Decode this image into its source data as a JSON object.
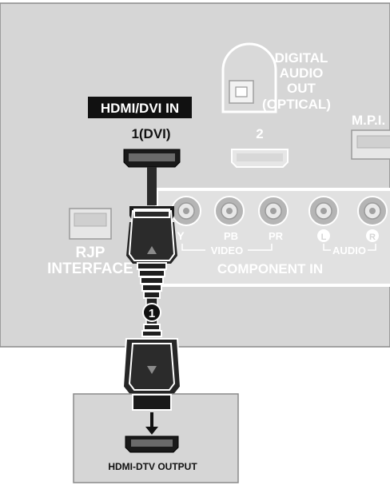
{
  "panel": {
    "digital_audio_label": [
      "DIGITAL",
      "AUDIO",
      "OUT",
      "(OPTICAL)"
    ],
    "mpi_label": "M.P.I.",
    "hdmi_dvi_in_label": "HDMI/DVI IN",
    "port1_label": "1(DVI)",
    "port2_label": "2",
    "rjp_label": [
      "RJP",
      "INTERFACE"
    ],
    "component": {
      "jack_y": "Y",
      "jack_pb": "PB",
      "jack_pr": "PR",
      "video_label": "VIDEO",
      "jack_l": "L",
      "jack_r": "R",
      "audio_label": "AUDIO",
      "title": "COMPONENT IN"
    }
  },
  "step_number": "1",
  "source_device": {
    "output_label": "HDMI-DTV OUTPUT"
  }
}
